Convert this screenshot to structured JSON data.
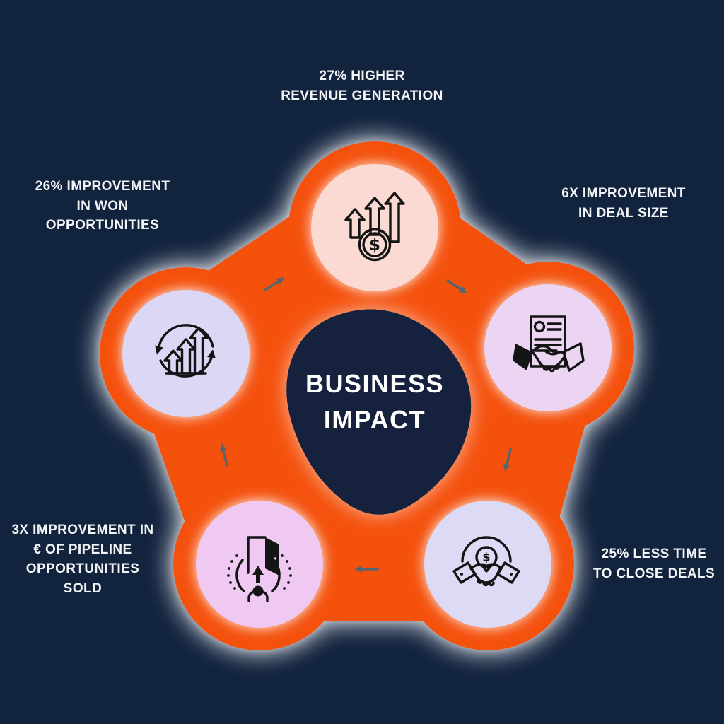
{
  "diagram": {
    "title_line1": "BUSINESS",
    "title_line2": "IMPACT",
    "flow_direction": "clockwise"
  },
  "nodes": [
    {
      "id": "revenue-generation",
      "label": "27% HIGHER\nREVENUE GENERATION",
      "icon": "growth-arrows-dollar-coin-icon",
      "circle_color": "#FBDAD3"
    },
    {
      "id": "deal-size",
      "label": "6X IMPROVEMENT\nIN DEAL SIZE",
      "icon": "contract-handshake-icon",
      "circle_color": "#ECD5F3"
    },
    {
      "id": "time-to-close",
      "label": "25% LESS TIME\nTO CLOSE DEALS",
      "icon": "handshake-dollar-icon",
      "circle_color": "#DCDAF5"
    },
    {
      "id": "pipeline-sold",
      "label": "3X IMPROVEMENT IN\n€ OF PIPELINE\nOPPORTUNITIES\nSOLD",
      "icon": "door-opportunity-icon",
      "circle_color": "#F0C9F3"
    },
    {
      "id": "won-opportunities",
      "label": "26% IMPROVEMENT\nIN WON\nOPPORTUNITIES",
      "icon": "cycle-growth-arrows-icon",
      "circle_color": "#DBD7F4"
    }
  ],
  "icon_glyphs": {
    "dollar": "$"
  },
  "colors": {
    "background": "#12233E",
    "blob_orange": "#F4510C",
    "glow": "#FFFFFF",
    "flow_arrow": "#5A646D",
    "label_text": "#F3F4F6",
    "title_text": "#FFFFFF",
    "icon_line": "#141414"
  }
}
